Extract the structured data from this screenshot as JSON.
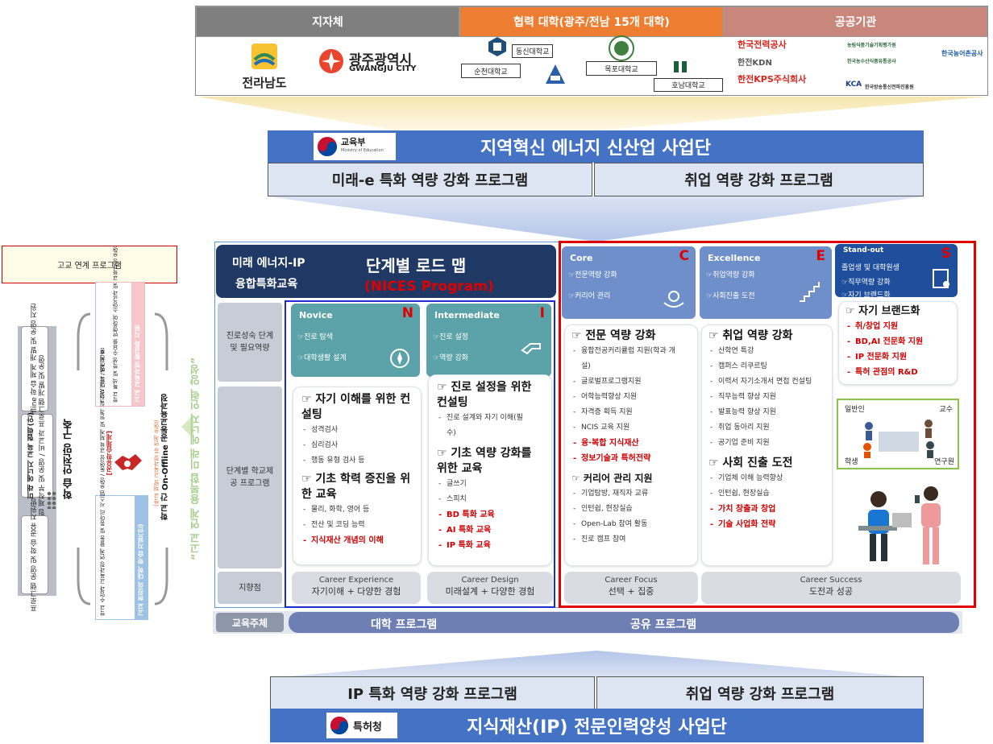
{
  "partners": {
    "header_local": "지자체",
    "header_univ": "협력 대학(광주/전남 15개 대학)",
    "header_public": "공공기관",
    "local": [
      "전라남도",
      "광주광역시",
      "GWANGJU CITY"
    ],
    "univ": [
      "동신대학교",
      "순천대학교",
      "목포대학교",
      "호남대학교"
    ],
    "public": [
      "한국전력공사",
      "한전KDN",
      "한전KPS주식회사",
      "농림식품기술기획평가원",
      "한국농수산식품유통공사",
      "한국방송통신전파진흥원",
      "한국농어촌공사",
      "KCA"
    ]
  },
  "moe": {
    "logo": "교육부",
    "logo_sub": "Ministry of Education",
    "title": "지역혁신 에너지 신산업 사업단",
    "prog_left": "미래-e 특화 역량 강화 프로그램",
    "prog_right": "취업 역량 강화 프로그램"
  },
  "left": {
    "title": "고교 연계 프로그램",
    "box_off": "On-Offline 학습 체계 개발 및 운영 지원",
    "box_mid1": "미래 에너지 교육 협력(안)",
    "box_mid2": "실험 실습 체험 제작부 및 운영 / 비교과 프로그램 개발 및 운영",
    "box_share": "프로그램 운영 및 학습 공유 지원방",
    "center": "학습 안전망 구축",
    "pink_top": "고교 교육과정 활성화 지원",
    "pink_body": "학교 특색 및 학생 수요를 반영하여 소양교과 및 교육과정 운영",
    "pink_foot": "* SW 교육, 메이커 등",
    "blue_top": "고교 현장의 대학 학습 지원(안)",
    "blue_body": "학교 수업과 교육과정 연계 활동 및 동아리 시스템 운영 / 동영상 교육 체계 및 원격 실시간 대학 교육 제공",
    "mid_title": "학교 간 On-Offline 공동교육과정",
    "mid_sub": "[공유학습체제]",
    "mid_note": "(학교 재량 교육과정 등 연계 운영)",
    "quote": "“고교 연계 융복합 미래 에너지 인력 양성”"
  },
  "roadmap": {
    "top_title": "미래 에너지-IP",
    "top_sub": "융합특화교육",
    "map_title": "단계별 로드 맵",
    "map_sub": "(NICES Program)",
    "row1": "진로성숙 단계 및 필요역량",
    "row2": "단계별 학교제공 프로그램",
    "row3": "지향점",
    "edu_actor": "교육주체",
    "univ_prog": "대학 프로그램",
    "share_prog": "공유 프로그램"
  },
  "stages": [
    {
      "name": "Novice",
      "key": "N",
      "l1": "☞진로 탐색",
      "l2": "☞대학생활 설계"
    },
    {
      "name": "Intermediate",
      "key": "I",
      "l1": "☞진로 설정",
      "l2": "☞역량 강화"
    },
    {
      "name": "Core",
      "key": "C",
      "l1": "☞전문역량 강화",
      "l2": "☞커리어 관리"
    },
    {
      "name": "Excellence",
      "key": "E",
      "l1": "☞취업역량 강화",
      "l2": "☞사회진출 도전"
    },
    {
      "name": "Stand-out",
      "key": "S",
      "l1": "졸업생 및 대학원생",
      "l2": "☞직무역량 강화",
      "l3": "☞자기 브랜드화"
    }
  ],
  "novice": {
    "h1": "☞ 자기 이해를 위한 컨설팅",
    "i1": [
      "성격검사",
      "심리검사",
      "행동 유형 검사 등"
    ],
    "h2": "☞ 기초 학력 증진을 위한 교육",
    "i2": [
      "물리, 화학, 영어 등",
      "전산 및 코딩 능력"
    ],
    "i2r": [
      "지식재산 개념의 이해"
    ]
  },
  "inter": {
    "h1": "☞ 진로 설정을 위한 컨설팅",
    "i1": [
      "진로 설계와 자기 이해(필수)"
    ],
    "h2": "☞ 기초 역량 강화를 위한 교육",
    "i2": [
      "글쓰기",
      "스피치"
    ],
    "i2r": [
      "BD 특화 교육",
      "AI 특화 교육",
      "IP 특화 교육"
    ]
  },
  "core": {
    "h1": "☞ 전문 역량 강화",
    "i1": [
      "융합전공커리큘럼 지원(학과 개설)",
      "글로벌프로그램지원",
      "어학능력향상 지원",
      "자격증 획득 지원",
      "NCIS 교육 지원"
    ],
    "i1r": [
      "융·복합 지식재산",
      "정보기술과 특허전략"
    ],
    "h2": "☞ 커리어 관리 지원",
    "i2": [
      "기업탐방, 재직자 교류",
      "인턴쉽, 현장실습",
      "Open-Lab 참여 활동",
      "진로 캠프 참여"
    ]
  },
  "excel": {
    "h1": "☞ 취업 역량 강화",
    "i1": [
      "산학연 특강",
      "캠퍼스 리쿠르팅",
      "이력서 자기소개서 면접 컨설팅",
      "직무능력 향상 지원",
      "발표능력 향상 지원",
      "취업 동아리 지원",
      "공기업 준비 지원"
    ],
    "h2": "☞ 사회 진출 도전",
    "i2": [
      "기업체 이해 능력향상",
      "인턴쉽, 현장실습"
    ],
    "i2r": [
      "가치 창출과 창업",
      "기술 사업화 전략"
    ]
  },
  "standout": {
    "h1": "☞ 자기 브랜드화",
    "i1r": [
      "취/창업 지원",
      "BD,AI 전문화 지원",
      "IP 전문화 지원",
      "특허 관점의 R&D"
    ],
    "img1": [
      "일반인",
      "교수",
      "학생",
      "연구원"
    ]
  },
  "bottom_tags": [
    {
      "t": "Career Experience",
      "s": "자기이해 + 다양한 경험"
    },
    {
      "t": "Career Design",
      "s": "미래설계 + 다양한 경험"
    },
    {
      "t": "Career Focus",
      "s": "선택 + 집중"
    },
    {
      "t": "Career Success",
      "s": "도전과 성공"
    }
  ],
  "kipo": {
    "logo": "특허청",
    "prog_left": "IP 특화 역량 강화 프로그램",
    "prog_right": "취업 역량 강화 프로그램",
    "title": "지식재산(IP) 전문인력양성 사업단"
  },
  "colors": {
    "blue": "#4472c4",
    "navy": "#1f3864",
    "teal": "#5ba3a8",
    "red": "#e00000",
    "orange": "#ed7d31",
    "rose": "#c9867c"
  }
}
